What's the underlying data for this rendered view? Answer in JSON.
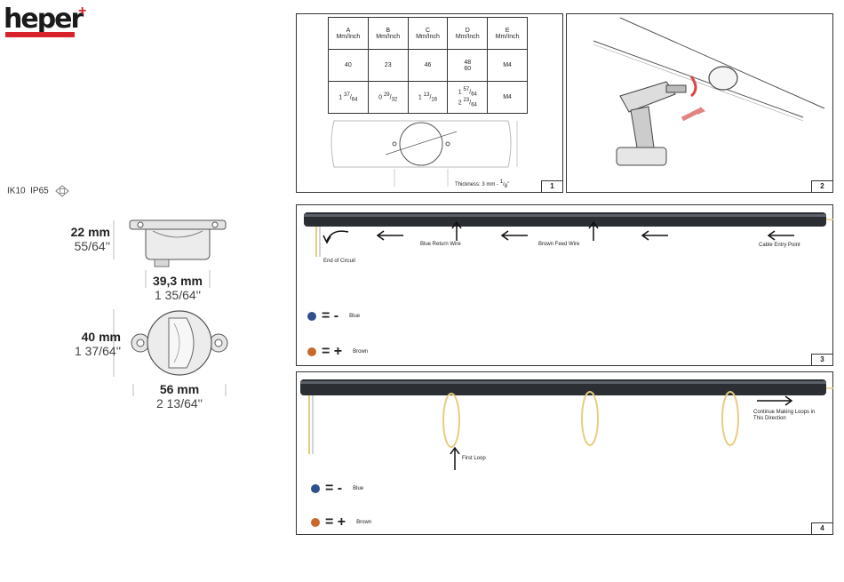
{
  "brand": {
    "name": "heper"
  },
  "ratings": {
    "ik": "IK10",
    "ip": "IP65"
  },
  "dimensions": {
    "height": {
      "mm": "22 mm",
      "inch": "55/64''"
    },
    "width_side": {
      "mm": "39,3 mm",
      "inch": "1 35/64''"
    },
    "diameter": {
      "mm": "40 mm",
      "inch": "1 37/64''"
    },
    "length": {
      "mm": "56 mm",
      "inch": "2 13/64''"
    }
  },
  "spec_table": {
    "headers": [
      {
        "letter": "A",
        "unit": "Mm/Inch"
      },
      {
        "letter": "B",
        "unit": "Mm/Inch"
      },
      {
        "letter": "C",
        "unit": "Mm/Inch"
      },
      {
        "letter": "D",
        "unit": "Mm/Inch"
      },
      {
        "letter": "E",
        "unit": "Mm/Inch"
      }
    ],
    "mm_row": [
      "40",
      "23",
      "46",
      "48",
      "60",
      "M4"
    ],
    "inch_row": {
      "a_whole": "1",
      "a_num": "37",
      "a_den": "64",
      "b_whole": "0",
      "b_num": "29",
      "b_den": "32",
      "c_whole": "1",
      "c_num": "13",
      "c_den": "16",
      "d1_whole": "1",
      "d1_num": "57",
      "d1_den": "64",
      "d2_whole": "2",
      "d2_num": "23",
      "d2_den": "64",
      "e": "M4"
    }
  },
  "panel1": {
    "thickness_label": "Thickness: 3 mm - ",
    "thickness_num": "1",
    "thickness_den": "8",
    "thickness_unit": "''",
    "number": "1"
  },
  "panel2": {
    "number": "2"
  },
  "panel3": {
    "blue_return": "Blue Return Wire",
    "brown_feed": "Brown Feed Wire",
    "cable_entry": "Cable Entry Point",
    "end_circuit": "End of Circuit",
    "legend_minus": "=  -",
    "legend_blue": "Blue",
    "legend_plus": "=  +",
    "legend_brown": "Brown",
    "number": "3",
    "colors": {
      "blue": "#2f4f8f",
      "brown": "#c8692a"
    }
  },
  "panel4": {
    "continue_line1": "Continue Making Loops in",
    "continue_line2": "This Direction",
    "first_loop": "First Loop",
    "legend_minus": "=  -",
    "legend_blue": "Blue",
    "legend_plus": "=  +",
    "legend_brown": "Brown",
    "number": "4"
  }
}
